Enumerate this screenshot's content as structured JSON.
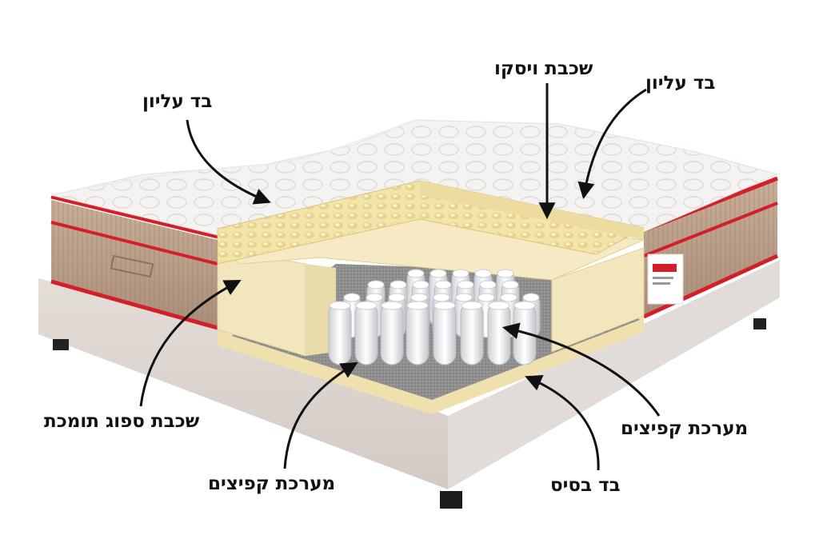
{
  "labels": {
    "top_fabric_left": "בד  עליון",
    "viscose_layer": "שכבת ויסקו",
    "top_fabric_right": "בד עליון",
    "support_foam_layer": "שכבת ספוג תומכת",
    "spring_system_right": "מערכת קפיצים",
    "spring_system_left": "מערכת קפיצים",
    "base_fabric": "בד בסיס"
  },
  "colors": {
    "arrow": "#111111",
    "piping": "#d21f2a",
    "side_fabric": "#b59a84",
    "quilted_top": "#f3f2ef",
    "foam": "#f3e6b8",
    "felt": "#8e8e8e",
    "base": "#d8d0cb"
  }
}
